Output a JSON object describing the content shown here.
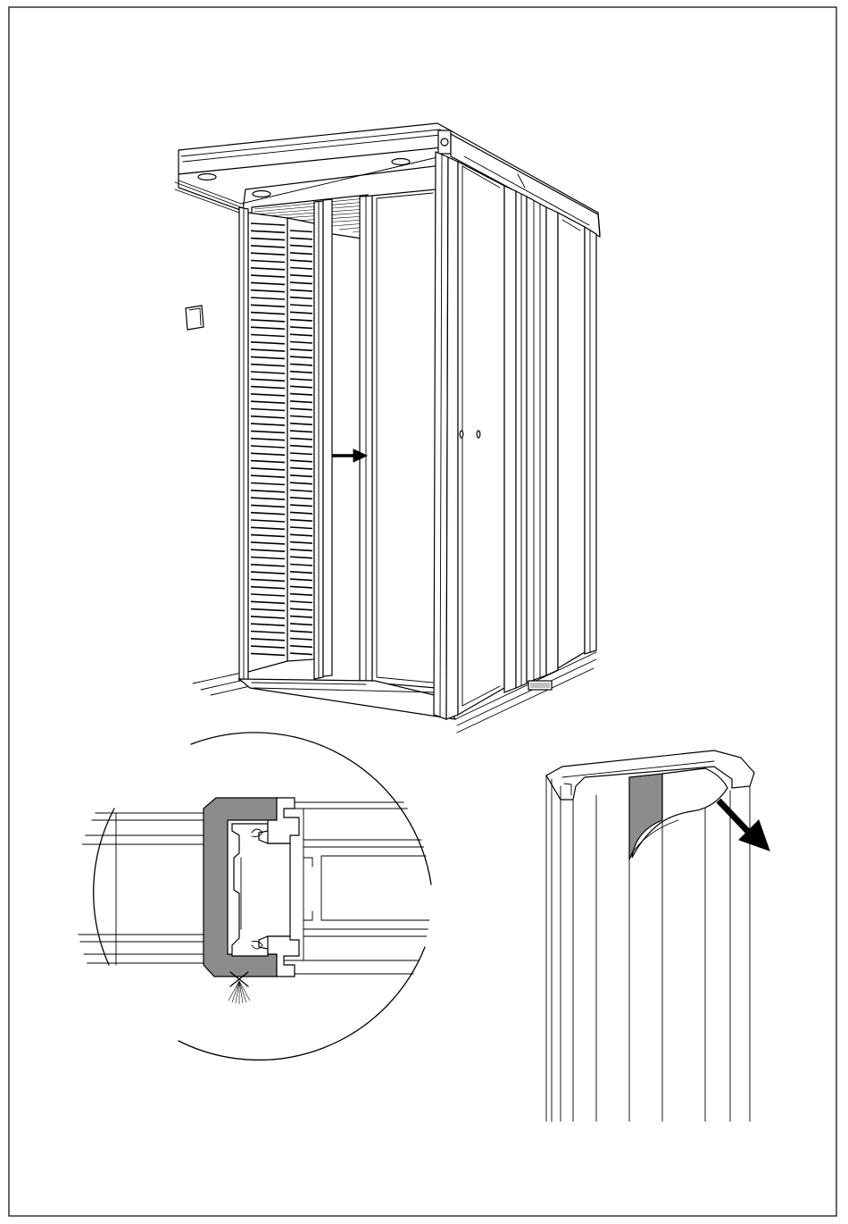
{
  "figure": {
    "panels": [
      {
        "id": "sauna-cabin-overview",
        "arrow": "pointing-right"
      },
      {
        "id": "profile-cross-section-detail",
        "shape": "circle"
      },
      {
        "id": "protective-film-peel",
        "arrow": "pointing-down-right"
      }
    ]
  },
  "colors": {
    "line": "#000000",
    "fill_gray": "#8c8c8c",
    "background": "#ffffff"
  }
}
